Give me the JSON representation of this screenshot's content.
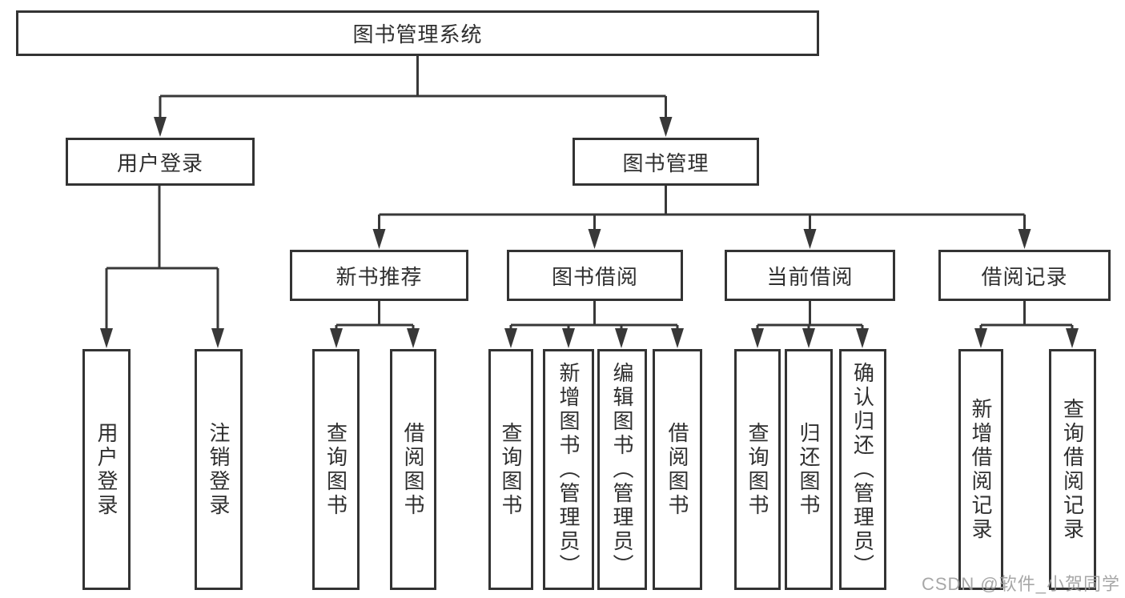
{
  "diagram": {
    "root": "图书管理系统",
    "level2": [
      "用户登录",
      "图书管理"
    ],
    "level3": [
      "新书推荐",
      "图书借阅",
      "当前借阅",
      "借阅记录"
    ],
    "leaves": {
      "user_login": [
        "用户登录",
        "注销登录"
      ],
      "new_book": [
        "查询图书",
        "借阅图书"
      ],
      "book_borrow": [
        "查询图书",
        "新增图书（管理员）",
        "编辑图书（管理员）",
        "借阅图书"
      ],
      "current_borrow": [
        "查询图书",
        "归还图书",
        "确认归还（管理员）"
      ],
      "borrow_record": [
        "新增借阅记录",
        "查询借阅记录"
      ]
    }
  },
  "watermark": {
    "text": "CSDN @软件_小贺同学",
    "color": "#9e9e9e"
  },
  "colors": {
    "line": "#383838",
    "box_border": "#333333",
    "background": "#ffffff",
    "text": "#2f2f2f"
  }
}
